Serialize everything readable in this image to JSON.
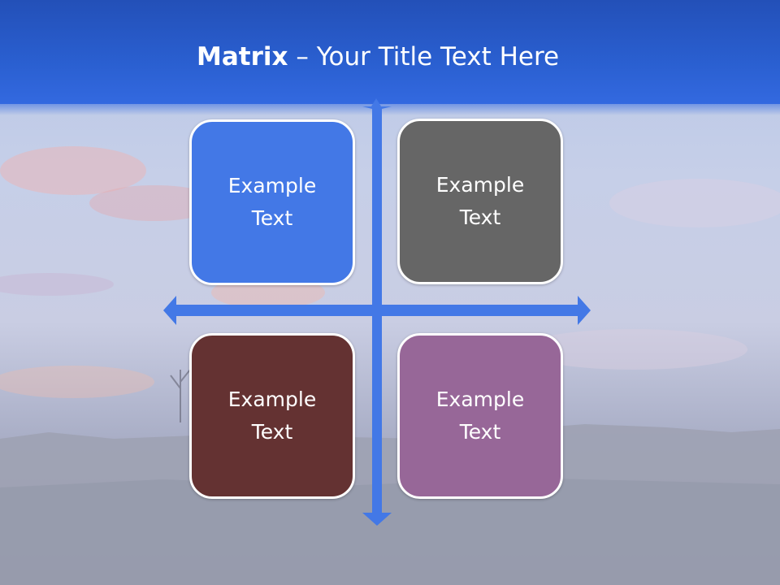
{
  "slide": {
    "title_bold": "Matrix",
    "title_rest": " – Your Title Text Here"
  },
  "quadrants": [
    {
      "line1": "Example",
      "line2": "Text",
      "color": "#4378e6"
    },
    {
      "line1": "Example",
      "line2": "Text",
      "color": "#666666"
    },
    {
      "line1": "Example",
      "line2": "Text",
      "color": "#643232"
    },
    {
      "line1": "Example",
      "line2": "Text",
      "color": "#976798"
    }
  ],
  "colors": {
    "title_bar": "#2a5fd0",
    "axis": "#4378e6",
    "box_border": "#ffffff"
  },
  "icons": {
    "axes": "four-direction-arrow-icon"
  }
}
